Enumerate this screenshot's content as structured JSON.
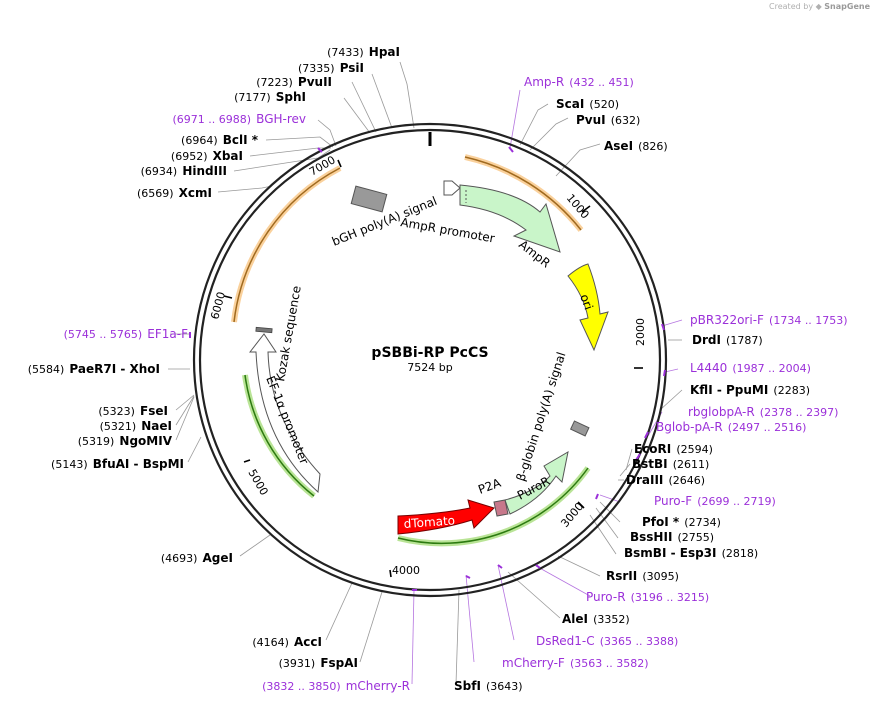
{
  "credit": {
    "prefix": "Created by",
    "brand": "SnapGene"
  },
  "plasmid": {
    "name": "pSBBi-RP PcCS",
    "length": "7524 bp"
  },
  "ticks": [
    "1000",
    "2000",
    "3000",
    "4000",
    "5000",
    "6000",
    "7000"
  ],
  "features": {
    "bgh": "bGH poly(A) signal",
    "ampr_promoter": "AmpR promoter",
    "ampr": "AmpR",
    "ori": "ori",
    "kozak": "Kozak sequence",
    "ef1a": "EF-1α promoter",
    "bglobin": "β-globin poly(A) signal",
    "puror": "PuroR",
    "p2a": "P2A",
    "dtomato": "dTomato"
  },
  "labels": [
    {
      "name": "HpaI",
      "pos": "(7433)",
      "kind": "enzyme"
    },
    {
      "name": "PsiI",
      "pos": "(7335)",
      "kind": "enzyme"
    },
    {
      "name": "PvuII",
      "pos": "(7223)",
      "kind": "enzyme"
    },
    {
      "name": "SphI",
      "pos": "(7177)",
      "kind": "enzyme"
    },
    {
      "name": "BGH-rev",
      "pos": "(6971 .. 6988)",
      "kind": "primer"
    },
    {
      "name": "BclI *",
      "pos": "(6964)",
      "kind": "enzyme"
    },
    {
      "name": "XbaI",
      "pos": "(6952)",
      "kind": "enzyme"
    },
    {
      "name": "HindIII",
      "pos": "(6934)",
      "kind": "enzyme"
    },
    {
      "name": "XcmI",
      "pos": "(6569)",
      "kind": "enzyme"
    },
    {
      "name": "EF1a-F",
      "pos": "(5745 .. 5765)",
      "kind": "primer"
    },
    {
      "name": "PaeR7I - XhoI",
      "pos": "(5584)",
      "kind": "enzyme"
    },
    {
      "name": "FseI",
      "pos": "(5323)",
      "kind": "enzyme"
    },
    {
      "name": "NaeI",
      "pos": "(5321)",
      "kind": "enzyme"
    },
    {
      "name": "NgoMIV",
      "pos": "(5319)",
      "kind": "enzyme"
    },
    {
      "name": "BfuAI - BspMI",
      "pos": "(5143)",
      "kind": "enzyme"
    },
    {
      "name": "AgeI",
      "pos": "(4693)",
      "kind": "enzyme"
    },
    {
      "name": "AccI",
      "pos": "(4164)",
      "kind": "enzyme"
    },
    {
      "name": "FspAI",
      "pos": "(3931)",
      "kind": "enzyme"
    },
    {
      "name": "mCherry-R",
      "pos": "(3832 .. 3850)",
      "kind": "primer"
    },
    {
      "name": "SbfI",
      "pos": "(3643)",
      "kind": "enzyme"
    },
    {
      "name": "mCherry-F",
      "pos": "(3563 .. 3582)",
      "kind": "primer"
    },
    {
      "name": "DsRed1-C",
      "pos": "(3365 .. 3388)",
      "kind": "primer"
    },
    {
      "name": "AleI",
      "pos": "(3352)",
      "kind": "enzyme"
    },
    {
      "name": "Puro-R",
      "pos": "(3196 .. 3215)",
      "kind": "primer"
    },
    {
      "name": "RsrII",
      "pos": "(3095)",
      "kind": "enzyme"
    },
    {
      "name": "BsmBI - Esp3I",
      "pos": "(2818)",
      "kind": "enzyme"
    },
    {
      "name": "BssHII",
      "pos": "(2755)",
      "kind": "enzyme"
    },
    {
      "name": "PfoI *",
      "pos": "(2734)",
      "kind": "enzyme"
    },
    {
      "name": "Puro-F",
      "pos": "(2699 .. 2719)",
      "kind": "primer"
    },
    {
      "name": "DraIII",
      "pos": "(2646)",
      "kind": "enzyme"
    },
    {
      "name": "BstBI",
      "pos": "(2611)",
      "kind": "enzyme"
    },
    {
      "name": "EcoRI",
      "pos": "(2594)",
      "kind": "enzyme"
    },
    {
      "name": "Bglob-pA-R",
      "pos": "(2497 .. 2516)",
      "kind": "primer"
    },
    {
      "name": "rbglobpA-R",
      "pos": "(2378 .. 2397)",
      "kind": "primer"
    },
    {
      "name": "KflI - PpuMI",
      "pos": "(2283)",
      "kind": "enzyme"
    },
    {
      "name": "L4440",
      "pos": "(1987 .. 2004)",
      "kind": "primer"
    },
    {
      "name": "DrdI",
      "pos": "(1787)",
      "kind": "enzyme"
    },
    {
      "name": "pBR322ori-F",
      "pos": "(1734 .. 1753)",
      "kind": "primer"
    },
    {
      "name": "AseI",
      "pos": "(826)",
      "kind": "enzyme"
    },
    {
      "name": "PvuI",
      "pos": "(632)",
      "kind": "enzyme"
    },
    {
      "name": "ScaI",
      "pos": "(520)",
      "kind": "enzyme"
    },
    {
      "name": "Amp-R",
      "pos": "(432 .. 451)",
      "kind": "primer"
    }
  ],
  "colors": {
    "primer": "#9b30d9",
    "orf_highlight": "#f7b25a",
    "orf_green": "#5ab82a",
    "ampr_fill": "#c9f5c9",
    "ori_fill": "#ffff00",
    "dtomato_fill": "#ff0000",
    "p2a_fill": "#c7788b",
    "polya_fill": "#999999"
  }
}
